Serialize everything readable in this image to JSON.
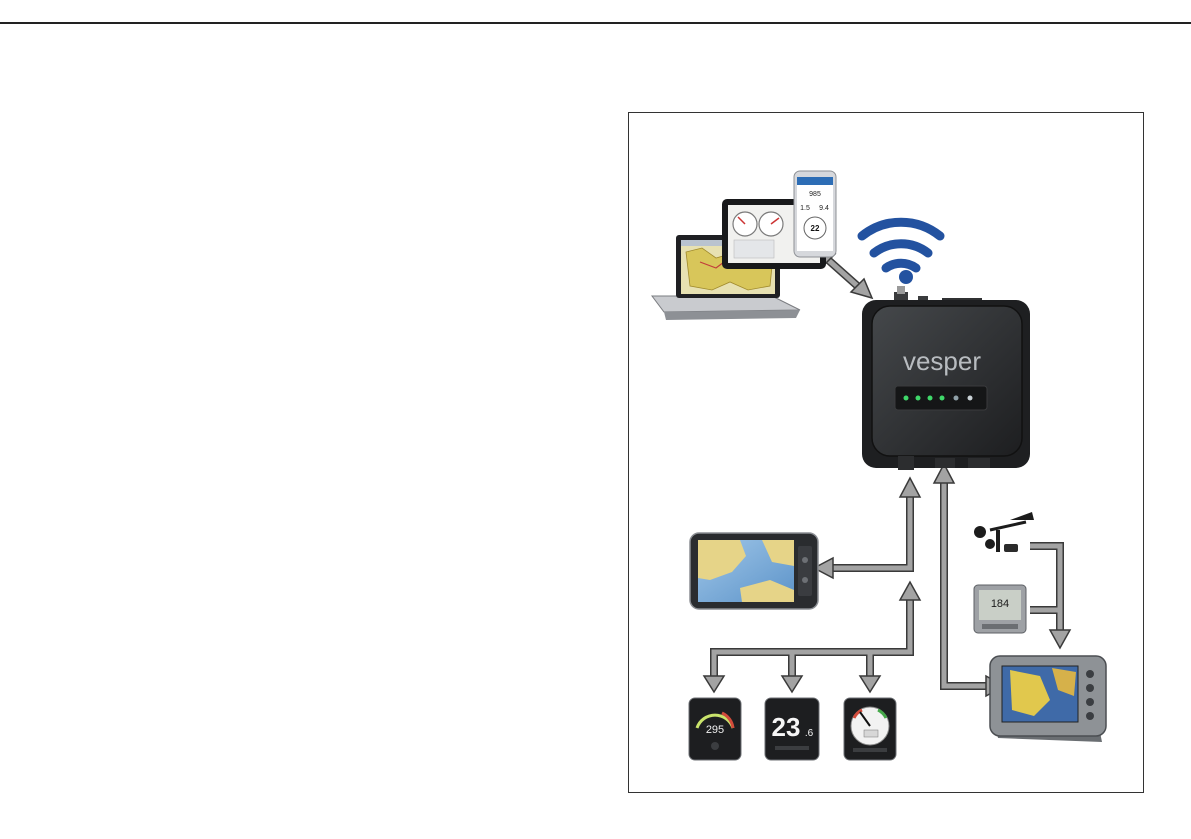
{
  "diagram": {
    "hub": {
      "brand_label": "vesper"
    },
    "instruments": [
      {
        "name": "heading-display",
        "readout": "295"
      },
      {
        "name": "depth-display",
        "readout_main": "23",
        "readout_decimal": ".6"
      },
      {
        "name": "wind-display"
      }
    ],
    "weather_display": {
      "readout": "184"
    },
    "phone": {
      "readout_top": "985",
      "readout_left": "1.5",
      "readout_right": "9.4",
      "readout_speed": "22"
    },
    "colors": {
      "wifi": "#2352a0",
      "arrow_fill": "#9a9a9a",
      "arrow_stroke": "#3a3a3a",
      "hub_body": "#2b2d2f",
      "led": "#3fd86a"
    }
  }
}
